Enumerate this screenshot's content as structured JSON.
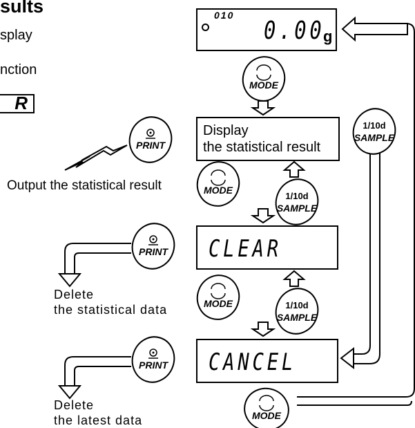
{
  "heading": "sults",
  "side_text": [
    "splay",
    "nction"
  ],
  "partial_box_text": "R",
  "top_display": {
    "small_code": "010",
    "value": "0.00",
    "unit": "g"
  },
  "stat_panel": {
    "line1": "Display",
    "line2": "the statistical result"
  },
  "clear_display": "CLEAR",
  "cancel_display": "CANCEL",
  "buttons": {
    "mode": "MODE",
    "print": "PRINT",
    "sample_top": "1/10d",
    "sample_bottom": "SAMPLE"
  },
  "labels": {
    "output_stat": "Output the statistical result",
    "delete_stat_1": "Delete",
    "delete_stat_2": "the statistical data",
    "delete_latest_1": "Delete",
    "delete_latest_2": "the latest data"
  }
}
